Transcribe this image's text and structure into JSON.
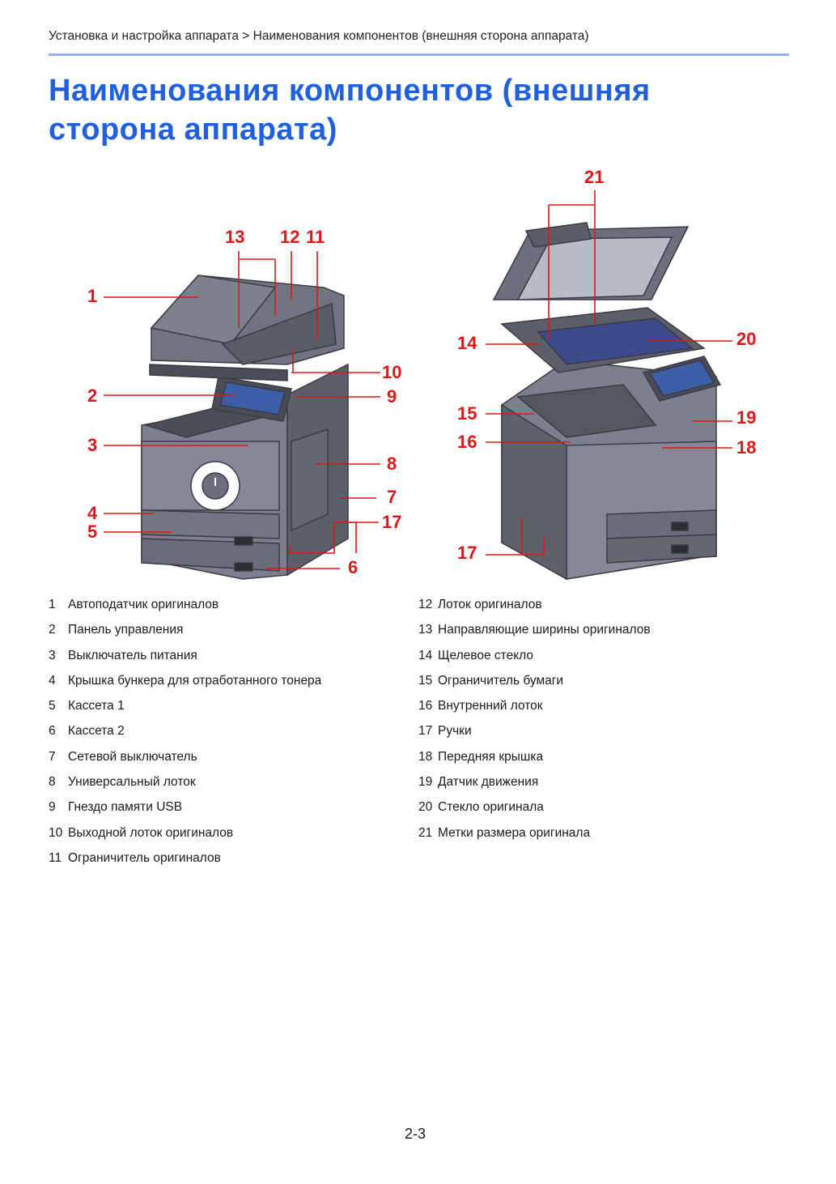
{
  "header": {
    "breadcrumb": "Установка и настройка аппарата > Наименования компонентов (внешняя сторона аппарата)"
  },
  "page_title": "Наименования компонентов (внешняя сторона аппарата)",
  "callouts": {
    "c1": "1",
    "c2": "2",
    "c3": "3",
    "c4": "4",
    "c5": "5",
    "c6": "6",
    "c7": "7",
    "c8": "8",
    "c9": "9",
    "c10": "10",
    "c11": "11",
    "c12": "12",
    "c13": "13",
    "c14": "14",
    "c15": "15",
    "c16": "16",
    "c17a": "17",
    "c17b": "17",
    "c18": "18",
    "c19": "19",
    "c20": "20",
    "c21": "21"
  },
  "legend_left": [
    {
      "num": "1",
      "text": "Автоподатчик оригиналов"
    },
    {
      "num": "2",
      "text": "Панель управления"
    },
    {
      "num": "3",
      "text": "Выключатель питания"
    },
    {
      "num": "4",
      "text": "Крышка бункера для отработанного тонера"
    },
    {
      "num": "5",
      "text": "Кассета 1"
    },
    {
      "num": "6",
      "text": "Кассета 2"
    },
    {
      "num": "7",
      "text": "Сетевой выключатель"
    },
    {
      "num": "8",
      "text": "Универсальный лоток"
    },
    {
      "num": "9",
      "text": "Гнездо памяти USB"
    },
    {
      "num": "10",
      "text": "Выходной лоток оригиналов"
    },
    {
      "num": "11",
      "text": "Ограничитель оригиналов"
    }
  ],
  "legend_right": [
    {
      "num": "12",
      "text": "Лоток оригиналов"
    },
    {
      "num": "13",
      "text": "Направляющие ширины оригиналов"
    },
    {
      "num": "14",
      "text": "Щелевое стекло"
    },
    {
      "num": "15",
      "text": "Ограничитель бумаги"
    },
    {
      "num": "16",
      "text": "Внутренний лоток"
    },
    {
      "num": "17",
      "text": "Ручки"
    },
    {
      "num": "18",
      "text": "Передняя крышка"
    },
    {
      "num": "19",
      "text": "Датчик движения"
    },
    {
      "num": "20",
      "text": "Стекло оригинала"
    },
    {
      "num": "21",
      "text": "Метки размера оригинала"
    }
  ],
  "footer": {
    "page_number": "2-3"
  },
  "colors": {
    "title": "#1f5fe0",
    "rule": "#8fb3ea",
    "callout": "#e01616",
    "device": "#6d6f7c"
  }
}
